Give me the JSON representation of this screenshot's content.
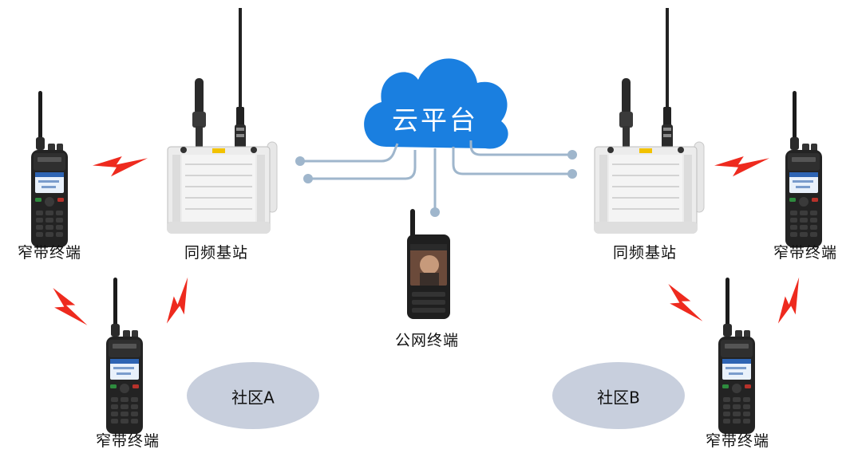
{
  "cloud": {
    "label": "云平台",
    "color": "#1a7fe0"
  },
  "nodes": {
    "narrowband_top_left": "窄带终端",
    "base_left": "同频基站",
    "narrowband_bottom_left": "窄带终端",
    "public_network": "公网终端",
    "base_right": "同频基站",
    "narrowband_top_right": "窄带终端",
    "narrowband_bottom_right": "窄带终端"
  },
  "zones": {
    "a": "社区A",
    "b": "社区B"
  },
  "colors": {
    "link": "#9fb6cc",
    "zone": "#c8cfdd",
    "signal": "#ee2a1e"
  }
}
